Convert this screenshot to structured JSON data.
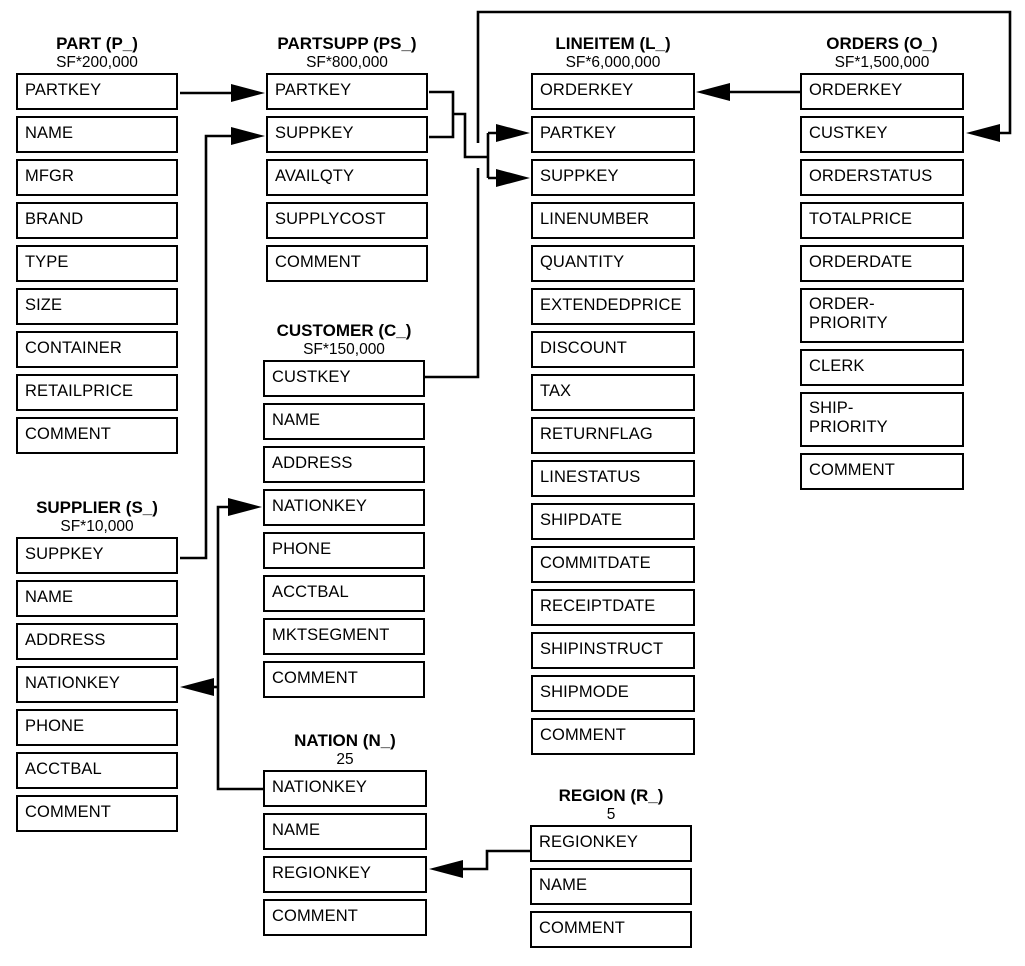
{
  "diagram": {
    "kind": "database schema (entity tables with foreign-key arrows)",
    "colors": {
      "background": "#ffffff",
      "line": "#000000",
      "text": "#000000",
      "box_fill": "#ffffff"
    }
  },
  "tables": [
    {
      "id": "part",
      "title": "PART (P_)",
      "cardinality": "SF*200,000",
      "columns": [
        "PARTKEY",
        "NAME",
        "MFGR",
        "BRAND",
        "TYPE",
        "SIZE",
        "CONTAINER",
        "RETAILPRICE",
        "COMMENT"
      ]
    },
    {
      "id": "partsupp",
      "title": "PARTSUPP (PS_)",
      "cardinality": "SF*800,000",
      "columns": [
        "PARTKEY",
        "SUPPKEY",
        "AVAILQTY",
        "SUPPLYCOST",
        "COMMENT"
      ]
    },
    {
      "id": "lineitem",
      "title": "LINEITEM (L_)",
      "cardinality": "SF*6,000,000",
      "columns": [
        "ORDERKEY",
        "PARTKEY",
        "SUPPKEY",
        "LINENUMBER",
        "QUANTITY",
        "EXTENDEDPRICE",
        "DISCOUNT",
        "TAX",
        "RETURNFLAG",
        "LINESTATUS",
        "SHIPDATE",
        "COMMITDATE",
        "RECEIPTDATE",
        "SHIPINSTRUCT",
        "SHIPMODE",
        "COMMENT"
      ]
    },
    {
      "id": "orders",
      "title": "ORDERS (O_)",
      "cardinality": "SF*1,500,000",
      "columns": [
        "ORDERKEY",
        "CUSTKEY",
        "ORDERSTATUS",
        "TOTALPRICE",
        "ORDERDATE",
        "ORDER-\nPRIORITY",
        "CLERK",
        "SHIP-\nPRIORITY",
        "COMMENT"
      ]
    },
    {
      "id": "supplier",
      "title": "SUPPLIER (S_)",
      "cardinality": "SF*10,000",
      "columns": [
        "SUPPKEY",
        "NAME",
        "ADDRESS",
        "NATIONKEY",
        "PHONE",
        "ACCTBAL",
        "COMMENT"
      ]
    },
    {
      "id": "customer",
      "title": "CUSTOMER (C_)",
      "cardinality": "SF*150,000",
      "columns": [
        "CUSTKEY",
        "NAME",
        "ADDRESS",
        "NATIONKEY",
        "PHONE",
        "ACCTBAL",
        "MKTSEGMENT",
        "COMMENT"
      ]
    },
    {
      "id": "nation",
      "title": "NATION (N_)",
      "cardinality": "25",
      "columns": [
        "NATIONKEY",
        "NAME",
        "REGIONKEY",
        "COMMENT"
      ]
    },
    {
      "id": "region",
      "title": "REGION (R_)",
      "cardinality": "5",
      "columns": [
        "REGIONKEY",
        "NAME",
        "COMMENT"
      ]
    }
  ],
  "relationships": [
    {
      "arrow_from": "PART.PARTKEY",
      "arrow_to": "PARTSUPP.PARTKEY"
    },
    {
      "arrow_from": "SUPPLIER.SUPPKEY",
      "arrow_to": "PARTSUPP.SUPPKEY"
    },
    {
      "arrow_from": "PARTSUPP.PARTKEY",
      "arrow_to": "LINEITEM.PARTKEY"
    },
    {
      "arrow_from": "PARTSUPP.SUPPKEY",
      "arrow_to": "LINEITEM.SUPPKEY"
    },
    {
      "arrow_from": "ORDERS.ORDERKEY",
      "arrow_to": "LINEITEM.ORDERKEY"
    },
    {
      "arrow_from": "CUSTOMER.CUSTKEY",
      "arrow_to": "ORDERS.CUSTKEY"
    },
    {
      "arrow_from": "NATION.NATIONKEY",
      "arrow_to": "CUSTOMER.NATIONKEY"
    },
    {
      "arrow_from": "NATION.NATIONKEY",
      "arrow_to": "SUPPLIER.NATIONKEY"
    },
    {
      "arrow_from": "REGION.REGIONKEY",
      "arrow_to": "NATION.REGIONKEY"
    }
  ]
}
